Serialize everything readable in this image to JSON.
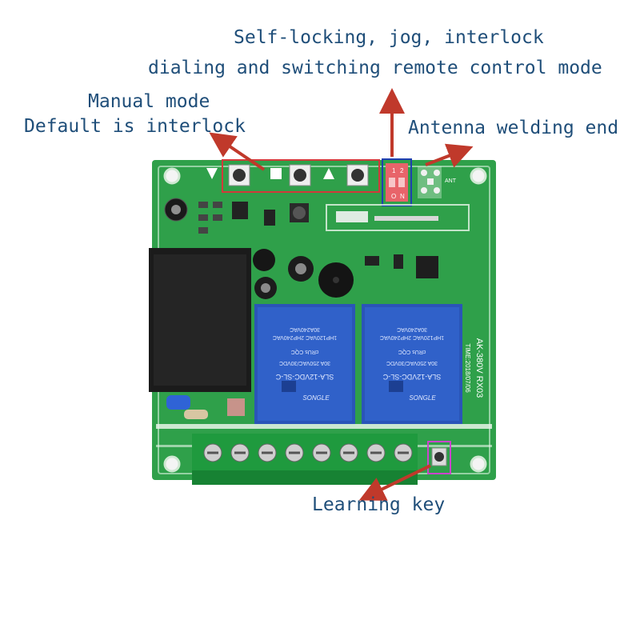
{
  "annotations": {
    "mode_line1": "Self-locking, jog, interlock",
    "mode_line2": "dialing and switching remote control mode",
    "manual_line1": "Manual mode",
    "manual_line2": "Default is interlock",
    "antenna": "Antenna welding end",
    "learning": "Learning key"
  },
  "board": {
    "model": "AK-380V RX03",
    "date": "TIME:2018/07/06",
    "antenna_mark": "ANT",
    "dip_labels": [
      "1",
      "2",
      "O",
      "N"
    ],
    "relay_brand": "SONGLE",
    "relay_model": "SLA-12VDC-SL-C",
    "relay_rating_1": "30A 250VAC/30VDC",
    "relay_rating_2": "1HP120VAC  2HP240VAC",
    "relay_rating_3": "30A240VAC",
    "cert_mark": "cRUs  CQC"
  },
  "colors": {
    "annotation_text": "#1f4e79",
    "arrow": "#c0392b",
    "pcb_green": "#2fa04a",
    "relay_blue": "#2a55b8",
    "terminal_green": "#1f9a3e"
  }
}
